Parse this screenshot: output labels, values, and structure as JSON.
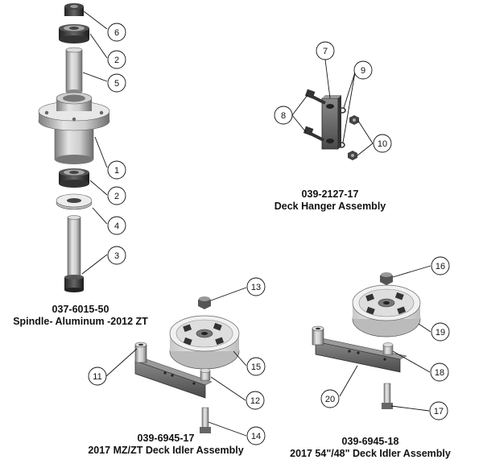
{
  "assemblies": {
    "spindle": {
      "part_number": "037-6015-50",
      "name": "Spindle- Aluminum -2012 ZT"
    },
    "deck_hanger": {
      "part_number": "039-2127-17",
      "name": "Deck Hanger Assembly"
    },
    "idler_mz": {
      "part_number": "039-6945-17",
      "name": "2017 MZ/ZT Deck Idler Assembly"
    },
    "idler_54": {
      "part_number": "039-6945-18",
      "name": "2017 54\"/48\" Deck Idler Assembly"
    }
  },
  "callouts": {
    "c6": "6",
    "c2a": "2",
    "c5": "5",
    "c1": "1",
    "c2b": "2",
    "c4": "4",
    "c3": "3",
    "c7": "7",
    "c8": "8",
    "c9": "9",
    "c10": "10",
    "c13": "13",
    "c11": "11",
    "c15": "15",
    "c12": "12",
    "c14": "14",
    "c16": "16",
    "c19": "19",
    "c18": "18",
    "c20": "20",
    "c17": "17"
  }
}
